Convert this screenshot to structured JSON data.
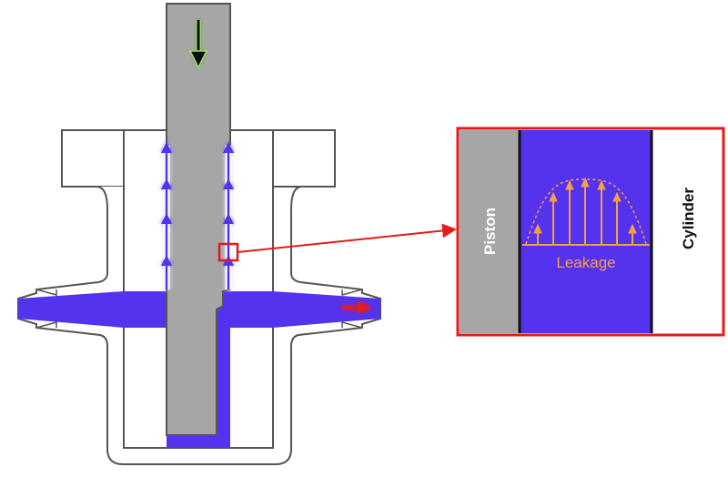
{
  "labels": {
    "piston": "Piston",
    "cylinder": "Cylinder",
    "leakage": "Leakage"
  },
  "colors": {
    "fluid": "#5533ee",
    "piston": "#a6a6a6",
    "outline": "#555555",
    "highlight": "#e21b1b",
    "leakage": "#f5a043",
    "flow_arrow": "#5533ee",
    "glow": "#9fd873"
  },
  "icons": {
    "down-arrow": "down-arrow-icon",
    "flow-up-arrow": "flow-up-arrow-icon",
    "outlet-arrow": "outlet-arrow-icon"
  }
}
